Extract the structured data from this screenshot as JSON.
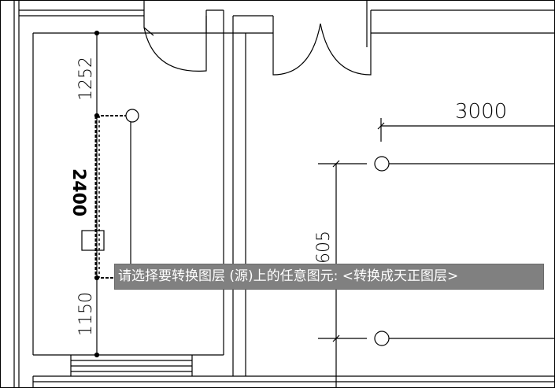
{
  "dimensions": {
    "top_left": "1252",
    "bottom_left": "1150",
    "pipe_elevation": "2400",
    "top_right": "3000",
    "right_vertical": "605"
  },
  "command_prompt": {
    "text": "请选择要转换图层 (源)上的任意图元: <转换成天正图层>"
  }
}
